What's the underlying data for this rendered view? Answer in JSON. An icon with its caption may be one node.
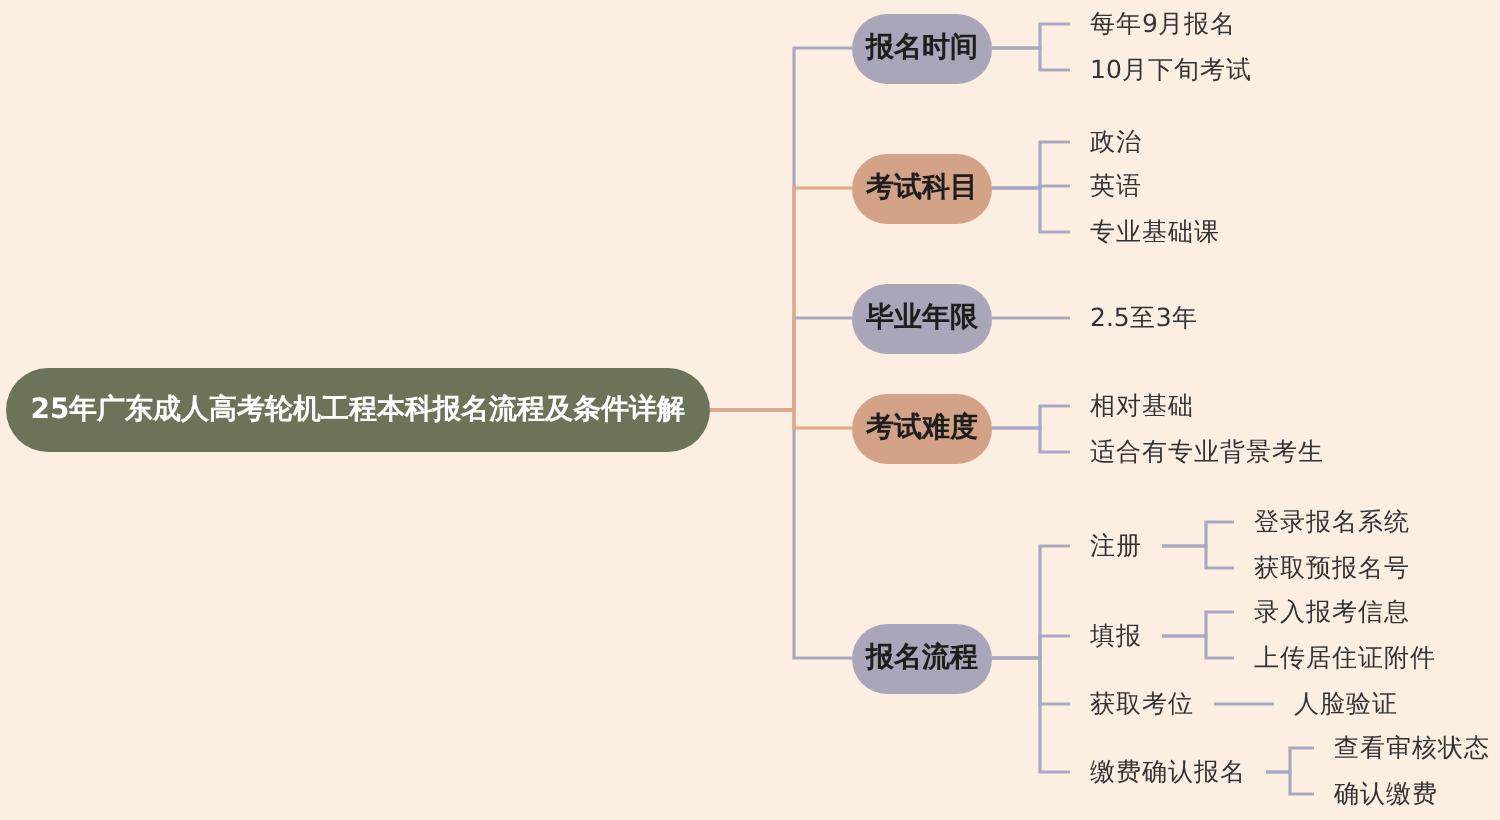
{
  "diagram": {
    "nodes": [
      {
        "text": [
          "25年广东成人高考轮机工程本科报名流程及条件详解"
        ]
      },
      {
        "text": [
          "报名时间"
        ]
      },
      {
        "text": [
          "每年9月报名"
        ]
      },
      {
        "text": [
          "10月下旬考试"
        ]
      },
      {
        "text": [
          "考试科目"
        ]
      },
      {
        "text": [
          "政治"
        ]
      },
      {
        "text": [
          "英语"
        ]
      },
      {
        "text": [
          "专业基础课"
        ]
      },
      {
        "text": [
          "毕业年限"
        ]
      },
      {
        "text": [
          "2.5至3年"
        ]
      },
      {
        "text": [
          "考试难度"
        ]
      },
      {
        "text": [
          "相对基础"
        ]
      },
      {
        "text": [
          "适合有专业背景考生"
        ]
      },
      {
        "text": [
          "报名流程"
        ]
      },
      {
        "text": [
          "注册"
        ]
      },
      {
        "text": [
          "登录报名系统"
        ]
      },
      {
        "text": [
          "获取预报名号"
        ]
      },
      {
        "text": [
          "填报"
        ]
      },
      {
        "text": [
          "录入报考信息"
        ]
      },
      {
        "text": [
          "上传居住证附件"
        ]
      },
      {
        "text": [
          "获取考位"
        ]
      },
      {
        "text": [
          "人脸验证"
        ]
      },
      {
        "text": [
          "缴费确认报名"
        ]
      },
      {
        "text": [
          "查看审核状态"
        ]
      },
      {
        "text": [
          "确认缴费"
        ]
      }
    ],
    "edges": [
      {
        "from": 0,
        "to": 1,
        "arrow": "none"
      },
      {
        "from": 0,
        "to": 8,
        "arrow": "none"
      },
      {
        "from": 0,
        "to": 13,
        "arrow": "none"
      },
      {
        "from": 0,
        "to": 4,
        "arrow": "none",
        "color": "#e2a78a"
      },
      {
        "from": 0,
        "to": 10,
        "arrow": "none",
        "color": "#e2a78a"
      },
      {
        "from": 1,
        "to": 2,
        "arrow": "none"
      },
      {
        "from": 1,
        "to": 3,
        "arrow": "none"
      },
      {
        "from": 4,
        "to": 5,
        "arrow": "none"
      },
      {
        "from": 4,
        "to": 6,
        "arrow": "none"
      },
      {
        "from": 4,
        "to": 7,
        "arrow": "none"
      },
      {
        "from": 8,
        "to": 9,
        "arrow": "none"
      },
      {
        "from": 10,
        "to": 11,
        "arrow": "none"
      },
      {
        "from": 10,
        "to": 12,
        "arrow": "none"
      },
      {
        "from": 13,
        "to": 14,
        "arrow": "none"
      },
      {
        "from": 13,
        "to": 17,
        "arrow": "none"
      },
      {
        "from": 13,
        "to": 20,
        "arrow": "none"
      },
      {
        "from": 13,
        "to": 22,
        "arrow": "none"
      },
      {
        "from": 14,
        "to": 15,
        "arrow": "none"
      },
      {
        "from": 14,
        "to": 16,
        "arrow": "none"
      },
      {
        "from": 17,
        "to": 18,
        "arrow": "none"
      },
      {
        "from": 17,
        "to": 19,
        "arrow": "none"
      },
      {
        "from": 20,
        "to": 21,
        "arrow": "none"
      },
      {
        "from": 22,
        "to": 23,
        "arrow": "none"
      },
      {
        "from": 22,
        "to": 24,
        "arrow": "none"
      }
    ]
  }
}
